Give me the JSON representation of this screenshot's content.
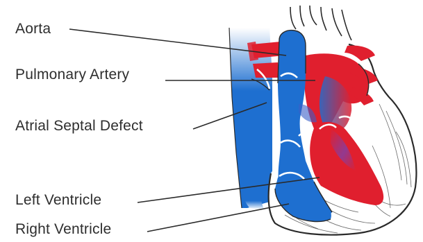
{
  "labels": {
    "aorta": "Aorta",
    "pulmonary_artery": "Pulmonary Artery",
    "atrial_septal_defect": "Atrial Septal Defect",
    "left_ventricle": "Left Ventricle",
    "right_ventricle": "Right Ventricle"
  },
  "colors": {
    "oxygenated_blood": "#e01f2e",
    "deoxygenated_blood": "#1e6fd0",
    "outline": "#2a2a2a",
    "label_text": "#2e2e2e"
  }
}
